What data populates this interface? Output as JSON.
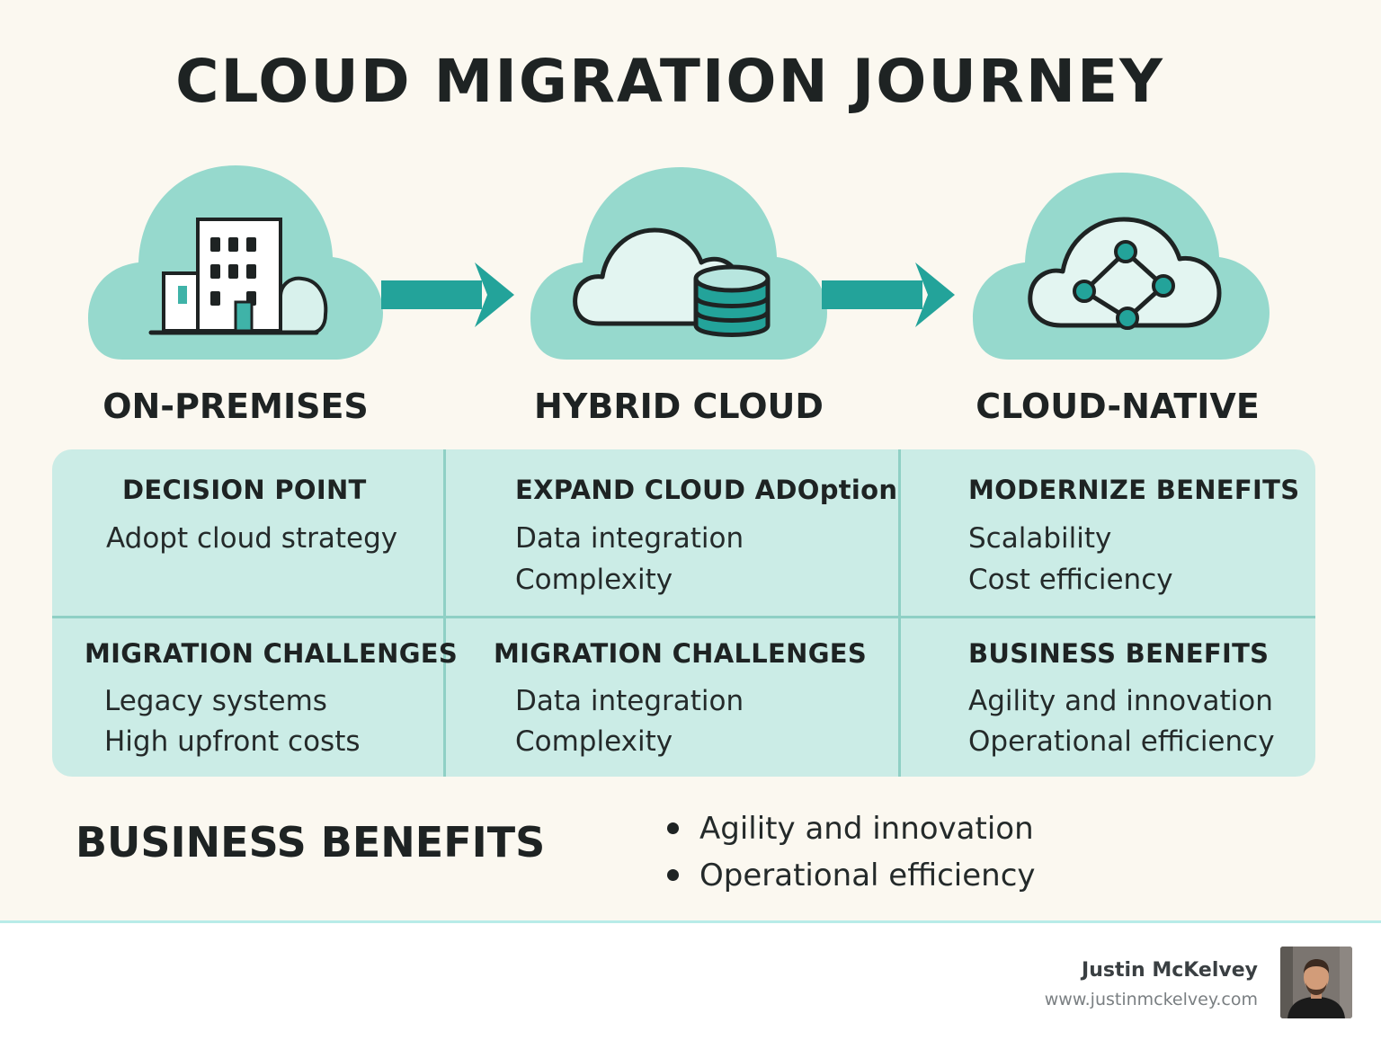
{
  "title": "CLOUD MIGRATION JOURNEY",
  "stages": [
    {
      "label": "ON-PREMISES",
      "icon": "building-icon"
    },
    {
      "label": "HYBRID CLOUD",
      "icon": "cloud-database-icon"
    },
    {
      "label": "CLOUD-NATIVE",
      "icon": "cloud-network-icon"
    }
  ],
  "grid": {
    "top": [
      {
        "heading": "DECISION POINT",
        "items": [
          "Adopt cloud strategy"
        ]
      },
      {
        "heading": "EXPAND CLOUD ADOption",
        "items": [
          "Data integration",
          "Complexity"
        ]
      },
      {
        "heading": "MODERNIZE BENEFITS",
        "items": [
          "Scalability",
          "Cost efficiency"
        ]
      }
    ],
    "bottom": [
      {
        "heading": "MIGRATION CHALLENGES",
        "items": [
          "Legacy systems",
          "High upfront costs"
        ]
      },
      {
        "heading": "MIGRATION CHALLENGES",
        "items": [
          "Data integration",
          "Complexity"
        ]
      },
      {
        "heading": "BUSINESS BENEFITS",
        "items": [
          "Agility and innovation",
          "Operational efficiency"
        ]
      }
    ]
  },
  "summary": {
    "title": "BUSINESS BENEFITS",
    "bullets": [
      "Agility and innovation",
      "Operational efficiency"
    ]
  },
  "footer": {
    "author": "Justin McKelvey",
    "website": "www.justinmckelvey.com"
  },
  "colors": {
    "background": "#fbf8f0",
    "cloud": "#96d9cd",
    "accent": "#23a39a",
    "panel": "#cbece6",
    "divider": "#8fd0c5",
    "text": "#1e2323"
  }
}
